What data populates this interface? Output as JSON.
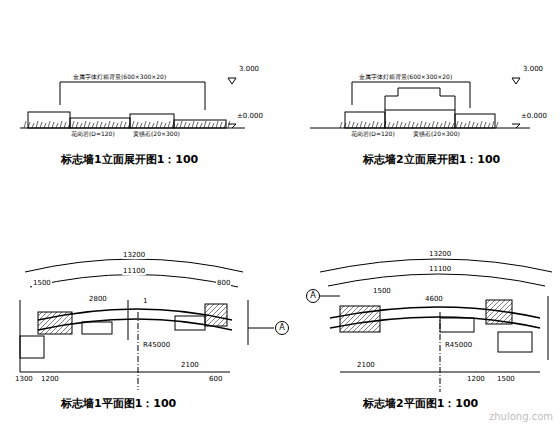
{
  "diagram": {
    "nodes": [
      {
        "text": [
          "A"
        ]
      },
      {
        "text": [
          "A"
        ]
      }
    ],
    "labels": [
      "金属字体灯箱背景(600×300×20)",
      "3.000",
      "±0.000",
      "花岗岩(D=120)",
      "黄锈石(20×300)",
      "标志墙1立面展开图1：100",
      "金属字体灯箱背景(600×300×20)",
      "3.000",
      "±0.000",
      "花岗岩(D=120)",
      "黄锈石(20×300)",
      "标志墙2立面展开图1：100",
      "13200",
      "11100",
      "1500",
      "2800",
      "1",
      "800",
      "1300",
      "1200",
      "2100",
      "600",
      "R45000",
      "标志墙1平面图1：100",
      "13200",
      "11100",
      "1500",
      "4600",
      "2100",
      "R45000",
      "1200",
      "1500",
      "标志墙2平面图1：100",
      "zhulong.com"
    ]
  }
}
